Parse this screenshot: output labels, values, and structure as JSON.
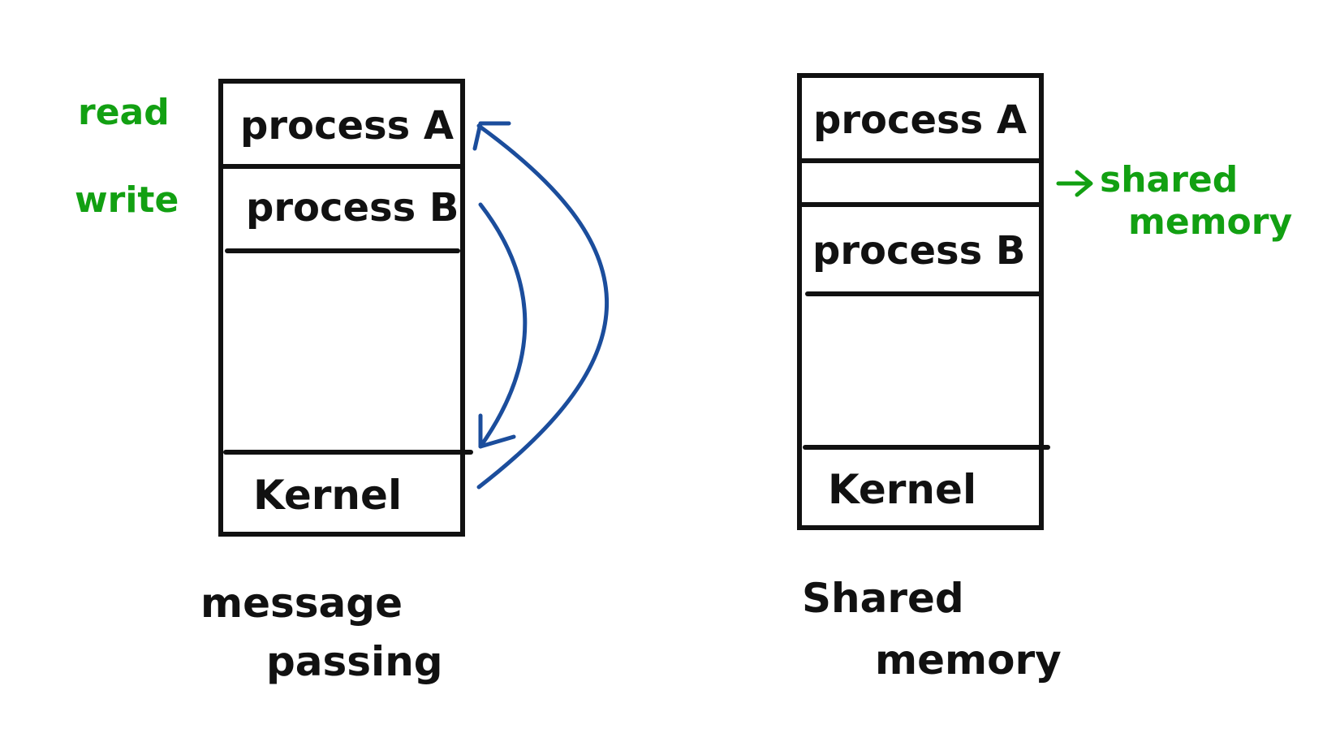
{
  "colors": {
    "ink": "#111111",
    "annotation": "#12a012",
    "arrow": "#1b4d9c",
    "background": "#ffffff"
  },
  "message_passing": {
    "blocks": {
      "process_a": "process A",
      "process_b": "process B",
      "kernel": "Kernel"
    },
    "annotations": {
      "read": "read",
      "write": "write"
    },
    "caption": [
      "message",
      "passing"
    ]
  },
  "shared_memory": {
    "blocks": {
      "process_a": "process A",
      "process_b": "process B",
      "kernel": "Kernel"
    },
    "annotation": {
      "arrow_icon": "right-arrow-icon",
      "line1": "shared",
      "line2": "memory"
    },
    "caption": [
      "Shared",
      "memory"
    ]
  }
}
